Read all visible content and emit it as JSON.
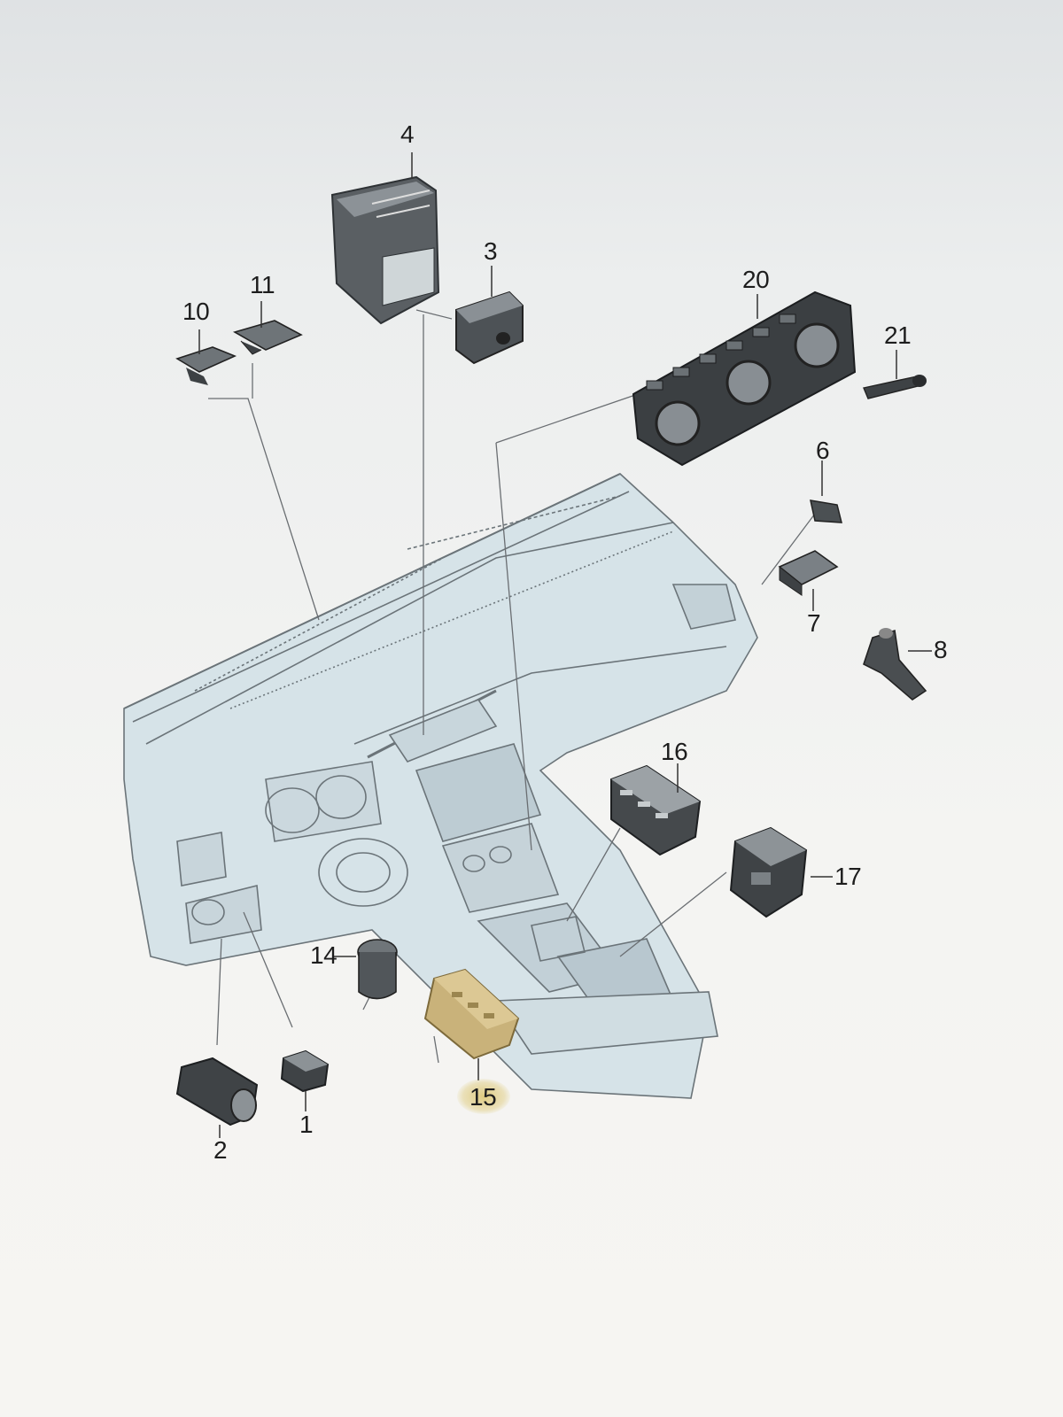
{
  "callouts": {
    "c1": "1",
    "c2": "2",
    "c3": "3",
    "c4": "4",
    "c6": "6",
    "c7": "7",
    "c8": "8",
    "c10": "10",
    "c11": "11",
    "c14": "14",
    "c15": "15",
    "c16": "16",
    "c17": "17",
    "c20": "20",
    "c21": "21"
  },
  "colors": {
    "line": "#555a5e",
    "dash_body": "#cfdde3",
    "part_dark": "#3c3f42",
    "highlight_part": "#c9b27a"
  }
}
